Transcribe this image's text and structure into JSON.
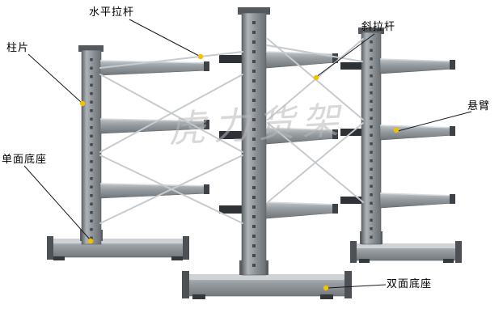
{
  "diagram": {
    "watermark": {
      "text": "虎力货架"
    },
    "marker_color": "#f2c200",
    "steel_color": "#9aa0a4",
    "labels": {
      "horizontal_tie_rod": "水平拉杆",
      "diagonal_tie_rod": "斜拉杆",
      "column_panel": "柱片",
      "cantilever_arm": "悬臂",
      "single_sided_base": "单面底座",
      "double_sided_base": "双面底座"
    }
  }
}
